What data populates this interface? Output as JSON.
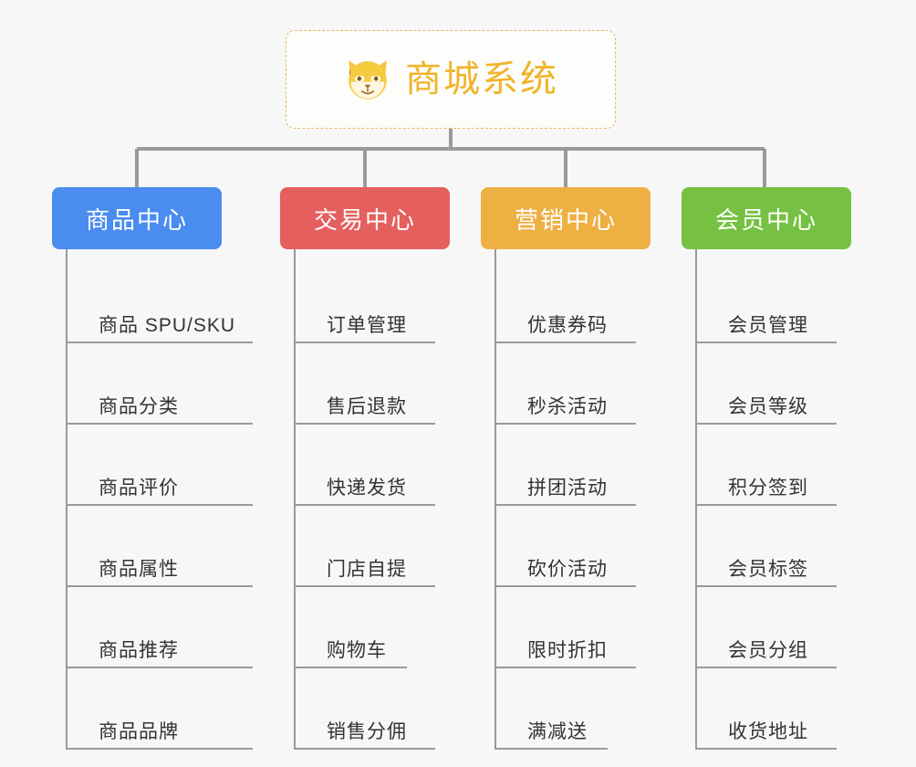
{
  "root": {
    "title": "商城系统",
    "icon": "shiba-inu-emoji",
    "border_color": "#e7b964",
    "text_color": "#f0b429"
  },
  "connector_color": "#9a9a9a",
  "background_color": "#f7f7f7",
  "columns": [
    {
      "title": "商品中心",
      "color": "#4a8cf0",
      "items": [
        "商品 SPU/SKU",
        "商品分类",
        "商品评价",
        "商品属性",
        "商品推荐",
        "商品品牌"
      ]
    },
    {
      "title": "交易中心",
      "color": "#e55f5f",
      "items": [
        "订单管理",
        "售后退款",
        "快递发货",
        "门店自提",
        "购物车",
        "销售分佣"
      ]
    },
    {
      "title": "营销中心",
      "color": "#eeaf43",
      "items": [
        "优惠券码",
        "秒杀活动",
        "拼团活动",
        "砍价活动",
        "限时折扣",
        "满减送"
      ]
    },
    {
      "title": "会员中心",
      "color": "#76c143",
      "items": [
        "会员管理",
        "会员等级",
        "积分签到",
        "会员标签",
        "会员分组",
        "收货地址"
      ]
    }
  ]
}
